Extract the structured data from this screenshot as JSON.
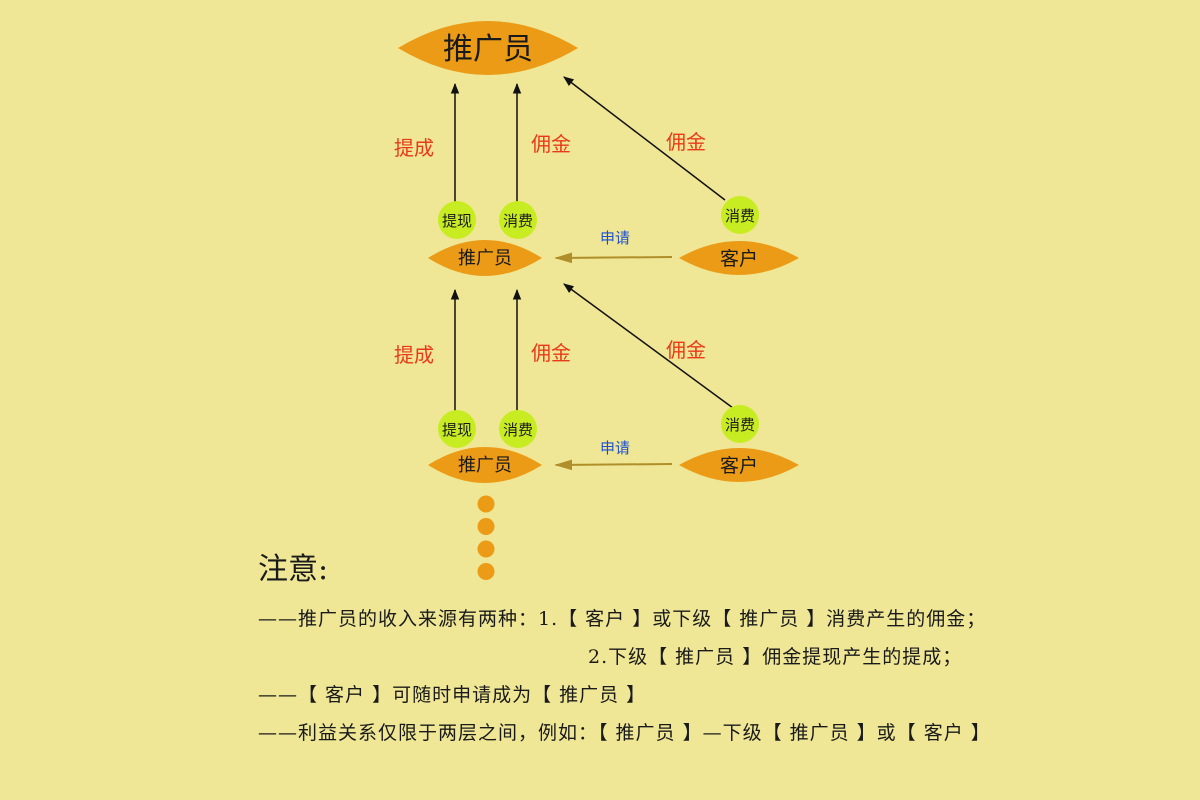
{
  "colors": {
    "background": "#efe795",
    "node_fill": "#ec9b17",
    "badge_fill": "#c8ec22",
    "edge_label_red": "#e83a1a",
    "edge_label_blue": "#1d4fd6",
    "apply_arrow": "#b08f2a",
    "arrow": "#111111"
  },
  "diagram": {
    "top_node": "推广员",
    "levels": [
      {
        "promoter": "推广员",
        "customer": "客户",
        "badges": {
          "withdraw": "提现",
          "consume": "消费",
          "customer_consume": "消费"
        },
        "edges": {
          "commission_from_withdraw": "提成",
          "commission_from_consume": "佣金",
          "customer_commission": "佣金",
          "apply": "申请"
        }
      },
      {
        "promoter": "推广员",
        "customer": "客户",
        "badges": {
          "withdraw": "提现",
          "consume": "消费",
          "customer_consume": "消费"
        },
        "edges": {
          "commission_from_withdraw": "提成",
          "commission_from_consume": "佣金",
          "customer_commission": "佣金",
          "apply": "申请"
        }
      }
    ],
    "continuation_dots": 4
  },
  "notes": {
    "title": "注意:",
    "lines": [
      "——推广员的收入来源有两种：1.【 客户 】或下级【 推广员 】消费产生的佣金；",
      "2.下级【 推广员 】佣金提现产生的提成；",
      "——【 客户 】可随时申请成为【 推广员 】",
      "——利益关系仅限于两层之间，例如：【 推广员 】—下级【 推广员 】或【 客户 】"
    ]
  }
}
